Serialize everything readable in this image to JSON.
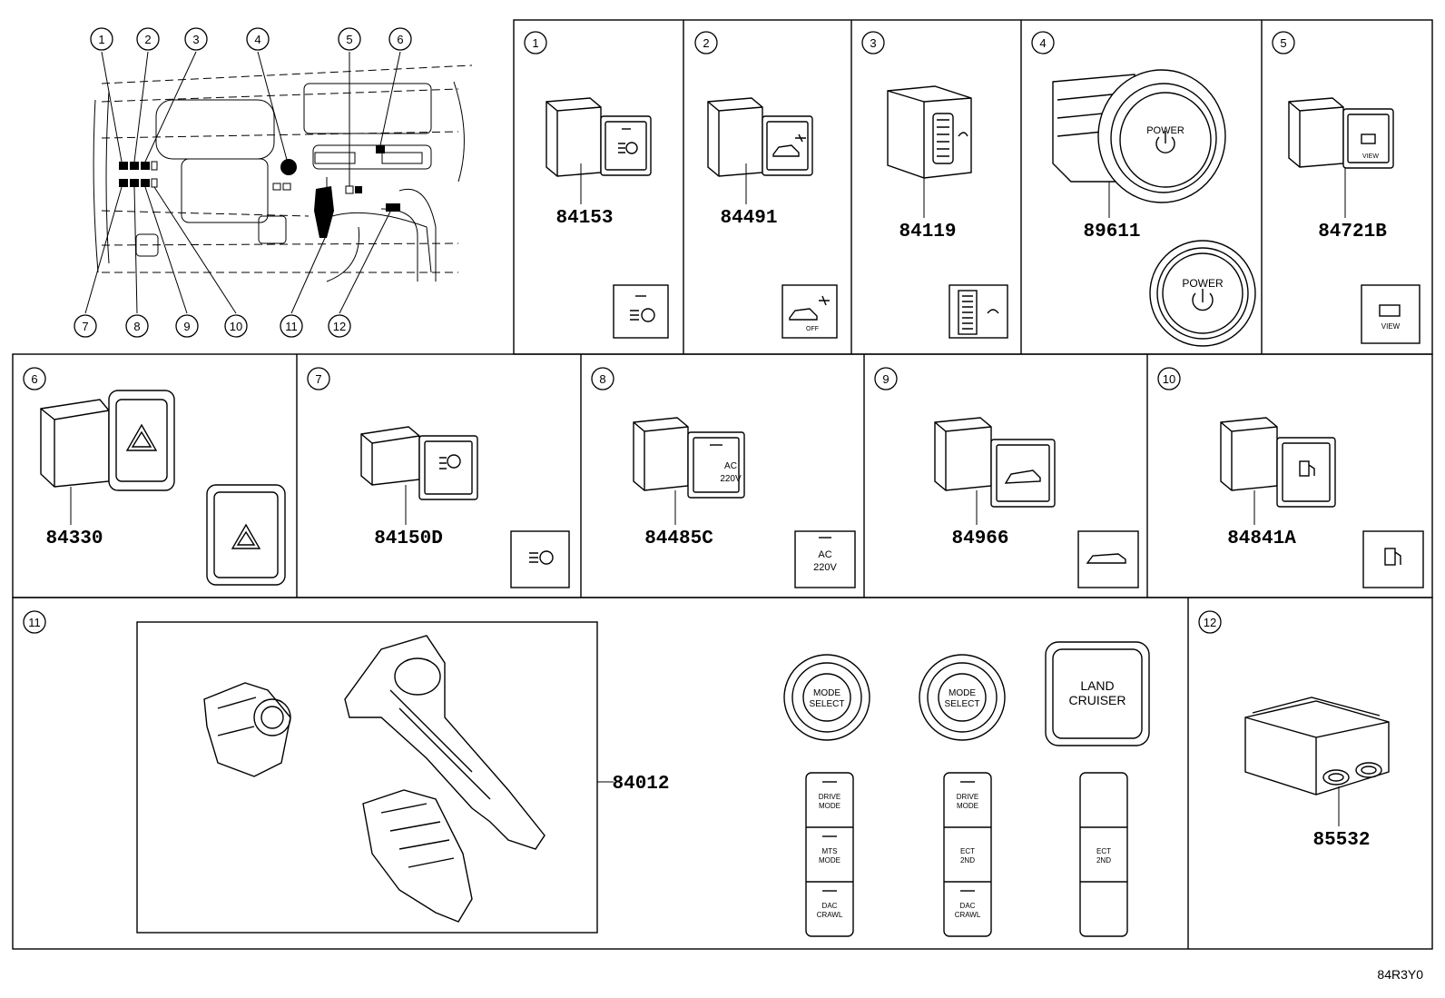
{
  "overview": {
    "callouts": [
      "1",
      "2",
      "3",
      "4",
      "5",
      "6",
      "7",
      "8",
      "9",
      "10",
      "11",
      "12"
    ]
  },
  "panels": [
    {
      "num": "1",
      "part": "84153"
    },
    {
      "num": "2",
      "part": "84491",
      "icon_text": "OFF"
    },
    {
      "num": "3",
      "part": "84119"
    },
    {
      "num": "4",
      "part": "89611",
      "icon_text": "POWER"
    },
    {
      "num": "5",
      "part": "84721B",
      "icon_text": "VIEW"
    },
    {
      "num": "6",
      "part": "84330"
    },
    {
      "num": "7",
      "part": "84150D"
    },
    {
      "num": "8",
      "part": "84485C",
      "icon_line1": "AC",
      "icon_line2": "220V"
    },
    {
      "num": "9",
      "part": "84966"
    },
    {
      "num": "10",
      "part": "84841A"
    },
    {
      "num": "11",
      "part": "84012"
    },
    {
      "num": "12",
      "part": "85532"
    }
  ],
  "console_buttons": {
    "mode_select_1": [
      "MODE",
      "SELECT"
    ],
    "mode_select_2": [
      "MODE",
      "SELECT"
    ],
    "land_cruiser": [
      "LAND",
      "CRUISER"
    ],
    "col1": [
      [
        "DRIVE",
        "MODE"
      ],
      [
        "MTS",
        "MODE"
      ],
      [
        "DAC",
        "CRAWL"
      ]
    ],
    "col2": [
      [
        "DRIVE",
        "MODE"
      ],
      [
        "ECT",
        "2ND"
      ],
      [
        "DAC",
        "CRAWL"
      ]
    ],
    "col3": [
      [
        "ECT",
        "2ND"
      ]
    ]
  },
  "footer": {
    "code": "84R3Y0"
  }
}
